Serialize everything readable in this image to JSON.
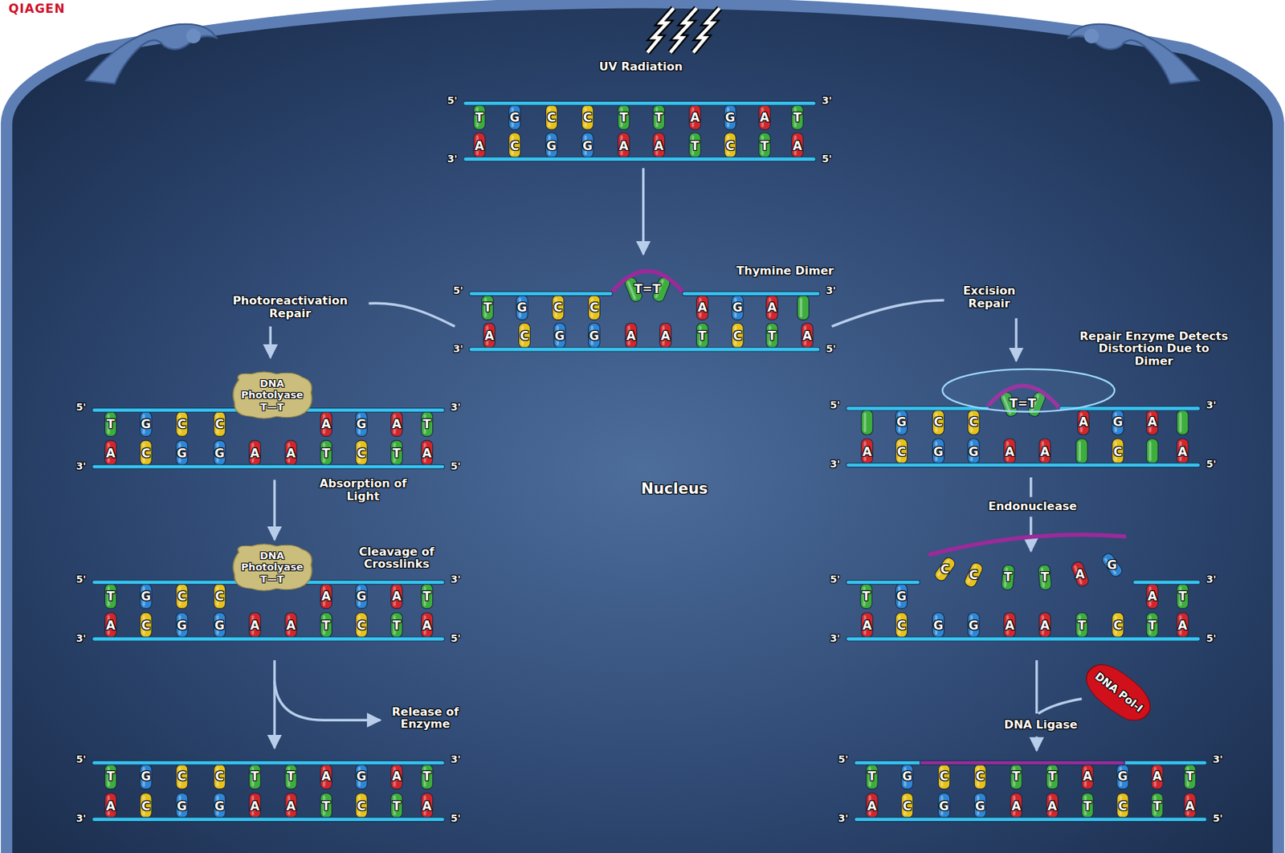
{
  "diagram": {
    "nodes": [
      {
        "text": [
          "DNA Photolyase",
          "T—T"
        ]
      },
      {
        "text": [
          "DNA Photolyase",
          "T—T"
        ]
      },
      {
        "text": [
          "DNA Pol-I"
        ]
      }
    ],
    "labels": [
      "QIAGEN",
      "UV Radiation",
      "5'",
      "T",
      "G",
      "C",
      "C",
      "T",
      "T",
      "A",
      "G",
      "A",
      "T",
      "3'",
      "3'",
      "A",
      "C",
      "G",
      "G",
      "A",
      "A",
      "T",
      "C",
      "T",
      "A",
      "5'",
      "Thymine Dimer",
      "Photoreactivation Repair",
      "Excision Repair",
      "5'",
      "T",
      "G",
      "C",
      "C",
      "T=T",
      "A",
      "G",
      "A",
      "3'",
      "3'",
      "A",
      "C",
      "G",
      "G",
      "A",
      "A",
      "T",
      "C",
      "T",
      "A",
      "5'",
      "Repair Enzyme Detects Distortion Due to Dimer",
      "5'",
      "T",
      "G",
      "C",
      "C",
      "A",
      "G",
      "A",
      "T",
      "3'",
      "3'",
      "A",
      "C",
      "G",
      "G",
      "A",
      "A",
      "T",
      "C",
      "T",
      "A",
      "5'",
      "5'",
      "G",
      "C",
      "C",
      "T=T",
      "A",
      "G",
      "A",
      "3'",
      "3'",
      "A",
      "C",
      "G",
      "G",
      "A",
      "A",
      "C",
      "A",
      "5'",
      "Absorption of Light",
      "Nucleus",
      "Endonuclease",
      "Cleavage of Crosslinks",
      "5'",
      "T",
      "G",
      "C",
      "C",
      "A",
      "G",
      "A",
      "T",
      "3'",
      "3'",
      "A",
      "C",
      "G",
      "G",
      "A",
      "A",
      "T",
      "C",
      "T",
      "A",
      "5'",
      "C",
      "C",
      "T",
      "T",
      "A",
      "G",
      "5'",
      "T",
      "G",
      "A",
      "T",
      "3'",
      "3'",
      "A",
      "C",
      "G",
      "G",
      "A",
      "A",
      "T",
      "C",
      "T",
      "A",
      "5'",
      "Release of Enzyme",
      "DNA Ligase",
      "5'",
      "T",
      "G",
      "C",
      "C",
      "T",
      "T",
      "A",
      "G",
      "A",
      "T",
      "3'",
      "3'",
      "A",
      "C",
      "G",
      "G",
      "A",
      "A",
      "T",
      "C",
      "T",
      "A",
      "5'",
      "5'",
      "T",
      "G",
      "C",
      "C",
      "T",
      "T",
      "A",
      "G",
      "A",
      "T",
      "3'",
      "3'",
      "A",
      "C",
      "G",
      "G",
      "A",
      "A",
      "T",
      "C",
      "T",
      "A",
      "5'"
    ]
  }
}
